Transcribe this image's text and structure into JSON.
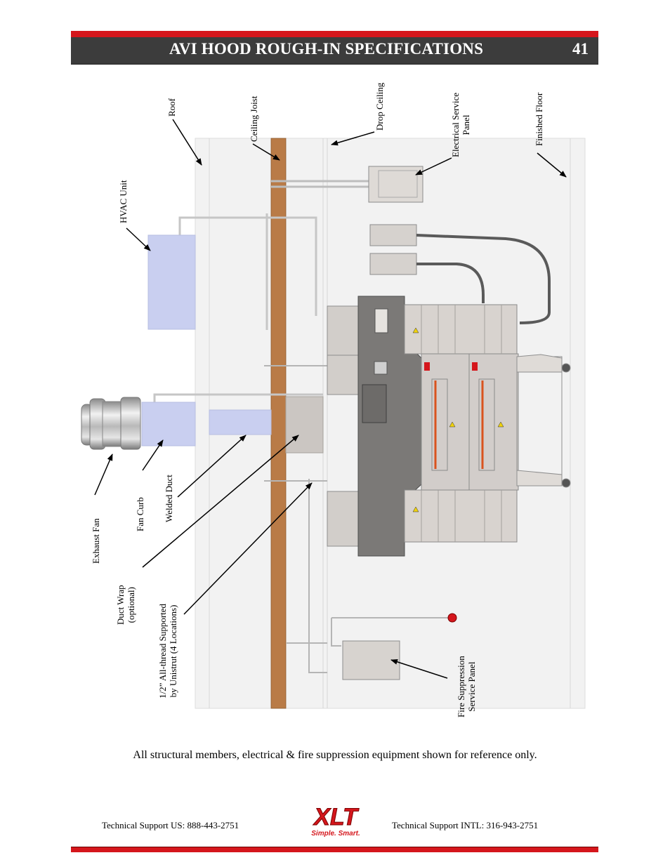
{
  "header": {
    "title": "AVI HOOD ROUGH-IN SPECIFICATIONS",
    "page_number": "41"
  },
  "colors": {
    "accent_red": "#d5161c",
    "header_bg": "#3c3c3c",
    "joist": "#b97b47",
    "duct_blue": "#c9cff0"
  },
  "labels": {
    "roof": "Roof",
    "ceiling_joist": "Ceiling Joist",
    "drop_ceiling": "Drop Ceiling",
    "electrical_panel_line1": "Electrical Service",
    "electrical_panel_line2": "Panel",
    "finished_floor": "Finished Floor",
    "hvac_unit": "HVAC Unit",
    "exhaust_fan": "Exhaust Fan",
    "fan_curb": "Fan Curb",
    "welded_duct": "Welded Duct",
    "duct_wrap_line1": "Duct Wrap",
    "duct_wrap_line2": "(optional)",
    "allthread_line1": "1/2” All-thread Supported",
    "allthread_line2": "by Unistrut  (4 Locations)",
    "fire_panel_line1": "Fire Suppression",
    "fire_panel_line2": "Service Panel"
  },
  "note": "All structural members, electrical & fire suppression equipment shown for reference only.",
  "footer": {
    "support_us": "Technical Support  US:  888-443-2751",
    "support_intl": "Technical Support  INTL:  316-943-2751",
    "logo_text": "XLT",
    "logo_tagline": "Simple. Smart."
  }
}
